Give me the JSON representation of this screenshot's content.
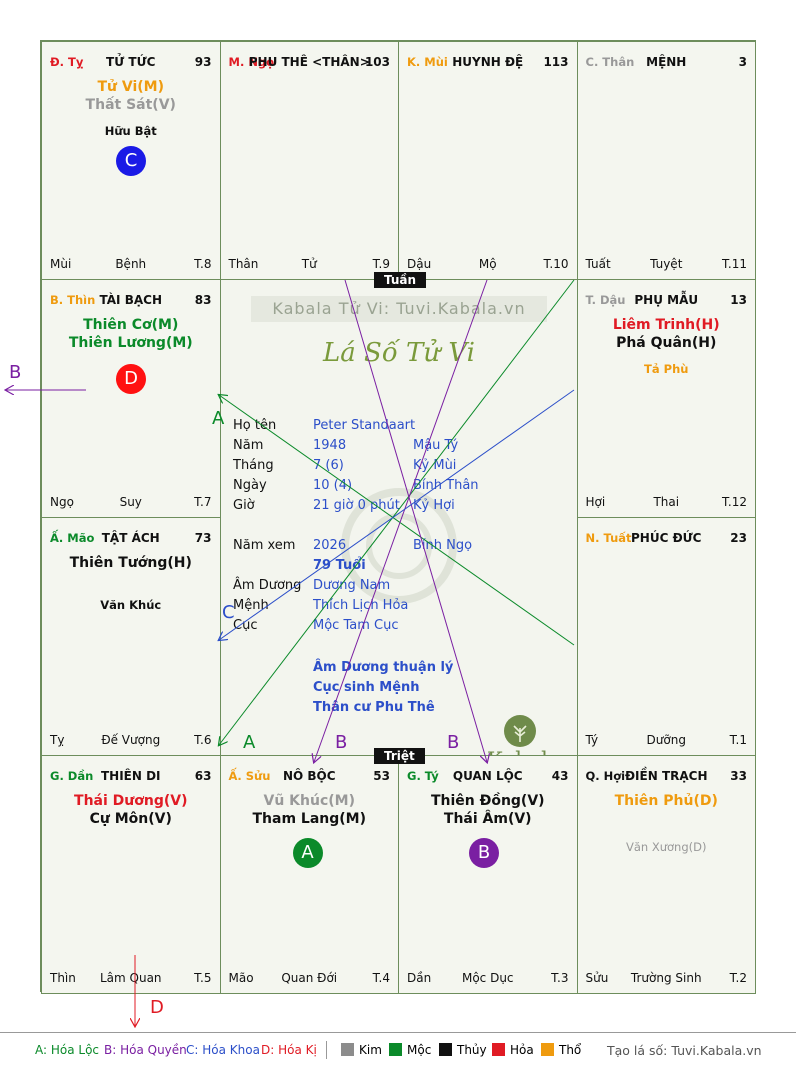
{
  "cells": [
    {
      "id": "ty",
      "chi": "Đ. Tỵ",
      "chi_color": "#e01b24",
      "name": "TỬ TỨC",
      "num": "93",
      "stars": [
        {
          "t": "Tử Vi(M)",
          "c": "c-org"
        },
        {
          "t": "Thất Sát(V)",
          "c": "c-gry"
        }
      ],
      "minor": [
        "Hữu Bật"
      ],
      "foot_l": "Mùi",
      "foot_c": "Bệnh",
      "foot_r": "T.8"
    },
    {
      "id": "ngo",
      "chi": "M. Ngọ",
      "chi_color": "#e01b24",
      "name": "PHU THÊ <THÂN>",
      "num": "103",
      "stars": [],
      "minor": [],
      "foot_l": "Thân",
      "foot_c": "Tử",
      "foot_r": "T.9"
    },
    {
      "id": "mui",
      "chi": "K. Mùi",
      "chi_color": "#ef9b0f",
      "name": "HUYNH ĐỆ",
      "num": "113",
      "stars": [],
      "minor": [],
      "foot_l": "Dậu",
      "foot_c": "Mộ",
      "foot_r": "T.10"
    },
    {
      "id": "than",
      "chi": "C. Thân",
      "chi_color": "#999999",
      "name": "MỆNH",
      "num": "3",
      "stars": [],
      "minor": [],
      "foot_l": "Tuất",
      "foot_c": "Tuyệt",
      "foot_r": "T.11"
    },
    {
      "id": "thin",
      "chi": "B. Thìn",
      "chi_color": "#ef9b0f",
      "name": "TÀI BẠCH",
      "num": "83",
      "stars": [
        {
          "t": "Thiên Cơ(M)",
          "c": "c-grn"
        },
        {
          "t": "Thiên Lương(M)",
          "c": "c-grn"
        }
      ],
      "minor": [],
      "foot_l": "Ngọ",
      "foot_c": "Suy",
      "foot_r": "T.7"
    },
    {
      "id": "dau",
      "chi": "T. Dậu",
      "chi_color": "#999999",
      "name": "PHỤ MẪU",
      "num": "13",
      "stars": [
        {
          "t": "Liêm Trinh(H)",
          "c": "c-red"
        },
        {
          "t": "Phá Quân(H)",
          "c": "c-blk"
        }
      ],
      "minor": [
        "Tả Phù"
      ],
      "minor_color": "#ef9b0f",
      "foot_l": "Hợi",
      "foot_c": "Thai",
      "foot_r": "T.12"
    },
    {
      "id": "mao",
      "chi": "Ấ. Mão",
      "chi_color": "#0b8a2a",
      "name": "TẬT ÁCH",
      "num": "73",
      "stars": [
        {
          "t": "Thiên Tướng(H)",
          "c": "c-blk"
        }
      ],
      "minor": [
        "Văn Khúc"
      ],
      "foot_l": "Tỵ",
      "foot_c": "Đế Vượng",
      "foot_r": "T.6"
    },
    {
      "id": "tuat",
      "chi": "N. Tuất",
      "chi_color": "#ef9b0f",
      "name": "PHÚC ĐỨC",
      "num": "23",
      "stars": [],
      "minor": [],
      "foot_l": "Tý",
      "foot_c": "Dưỡng",
      "foot_r": "T.1"
    },
    {
      "id": "dan",
      "chi": "G. Dần",
      "chi_color": "#0b8a2a",
      "name": "THIÊN DI",
      "num": "63",
      "stars": [
        {
          "t": "Thái Dương(V)",
          "c": "c-red"
        },
        {
          "t": "Cự Môn(V)",
          "c": "c-blk"
        }
      ],
      "minor": [],
      "foot_l": "Thìn",
      "foot_c": "Lâm Quan",
      "foot_r": "T.5"
    },
    {
      "id": "suu",
      "chi": "Ấ. Sửu",
      "chi_color": "#ef9b0f",
      "name": "NÔ BỘC",
      "num": "53",
      "stars": [
        {
          "t": "Vũ Khúc(M)",
          "c": "c-gry"
        },
        {
          "t": "Tham Lang(M)",
          "c": "c-blk"
        }
      ],
      "minor": [],
      "foot_l": "Mão",
      "foot_c": "Quan Đới",
      "foot_r": "T.4"
    },
    {
      "id": "tyrat",
      "chi": "G. Tý",
      "chi_color": "#0b8a2a",
      "name": "QUAN LỘC",
      "num": "43",
      "stars": [
        {
          "t": "Thiên Đồng(V)",
          "c": "c-blk"
        },
        {
          "t": "Thái Âm(V)",
          "c": "c-blk"
        }
      ],
      "minor": [],
      "foot_l": "Dần",
      "foot_c": "Mộc Dục",
      "foot_r": "T.3"
    },
    {
      "id": "hoi",
      "chi": "Q. Hợi",
      "chi_color": "#111111",
      "name": "ĐIỀN TRẠCH",
      "num": "33",
      "stars": [
        {
          "t": "Thiên Phủ(D)",
          "c": "c-org"
        }
      ],
      "minor": [
        "Văn Xương(D)"
      ],
      "minor_color": "#999999",
      "foot_l": "Sửu",
      "foot_c": "Trường Sinh",
      "foot_r": "T.2"
    }
  ],
  "badges": {
    "c": "C",
    "d": "D",
    "a": "A",
    "b": "B"
  },
  "center": {
    "tuan": "Tuần",
    "triet": "Triệt",
    "site": "Kabala Tử Vi: Tuvi.Kabala.vn",
    "logo_title": "Lá Số Tử Vi",
    "brand": "Kabala",
    "rows": [
      {
        "k": "Họ tên",
        "v": "Peter Standaart",
        "x": ""
      },
      {
        "k": "Năm",
        "v": "1948",
        "x": "Mậu Tý"
      },
      {
        "k": "Tháng",
        "v": "7  (6)",
        "x": "Kỷ Mùi"
      },
      {
        "k": "Ngày",
        "v": "10  (4)",
        "x": "Bính Thân"
      },
      {
        "k": "Giờ",
        "v": "21 giờ 0 phút",
        "x": "Kỷ Hợi"
      },
      {
        "k": "Năm xem",
        "v": "2026",
        "x": "Bính Ngọ"
      },
      {
        "k": "",
        "v": "79 Tuổi",
        "x": ""
      },
      {
        "k": "Âm Dương",
        "v": "Dương Nam",
        "x": ""
      },
      {
        "k": "Mệnh",
        "v": "Thích Lịch Hỏa",
        "x": ""
      },
      {
        "k": "Cục",
        "v": "Mộc Tam Cục",
        "x": ""
      }
    ],
    "notes": [
      "Âm Dương thuận lý",
      "Cục sinh Mệnh",
      "Thân cư Phu Thê"
    ]
  },
  "arrows": {
    "A1": "A",
    "A2": "A",
    "B1": "B",
    "B2": "B",
    "B3": "B",
    "C": "C",
    "D": "D"
  },
  "legend": {
    "a": "A: Hóa Lộc",
    "b": "B: Hóa Quyền",
    "c": "C: Hóa Khoa",
    "d": "D: Hóa Kị",
    "kim": "Kim",
    "moc": "Mộc",
    "thuy": "Thủy",
    "hoa": "Hỏa",
    "tho": "Thổ",
    "credit": "Tạo lá số: Tuvi.Kabala.vn",
    "colors": {
      "a": "#0b8a2a",
      "b": "#7a1fa2",
      "c": "#2c4fc9",
      "d": "#e01b24",
      "kim": "#8c8c8c",
      "moc": "#0b8a2a",
      "thuy": "#111111",
      "hoa": "#e01b24",
      "tho": "#ef9b0f"
    }
  }
}
